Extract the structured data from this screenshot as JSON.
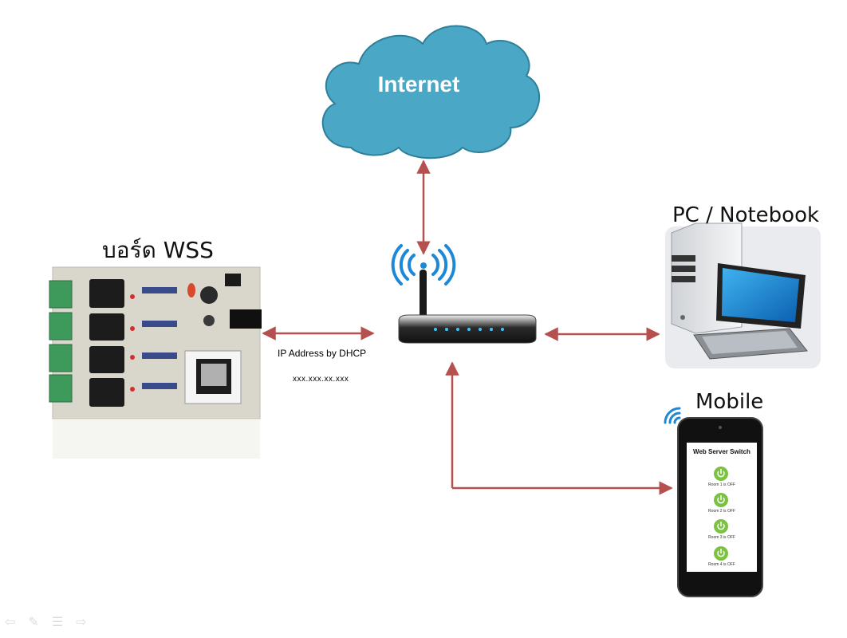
{
  "labels": {
    "internet": "Internet",
    "board": "บอร์ด WSS",
    "pc": "PC / Notebook",
    "mobile": "Mobile",
    "ip_caption": "IP Address by DHCP",
    "ip_value": "xxx.xxx.xx.xxx"
  },
  "phone_app": {
    "title": "Web Server Switch",
    "rooms": [
      "Room 1 is OFF",
      "Room 2 is OFF",
      "Room 3 is OFF",
      "Room 4 is OFF"
    ]
  },
  "colors": {
    "cloud": "#4aa8c6",
    "arrow": "#b5504f",
    "wifi": "#1e88d8",
    "power_button": "#7cc242"
  },
  "slide_nav": {
    "icons": [
      "prev-arrow-icon",
      "pen-icon",
      "menu-icon",
      "next-arrow-icon"
    ]
  }
}
